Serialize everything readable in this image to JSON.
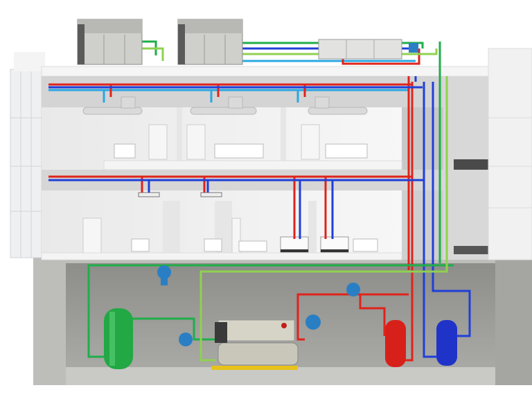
{
  "scene": {
    "subject": "building-hvac-cutaway",
    "colors": {
      "hot_water_pipe": "#e0231b",
      "chilled_water_pipe": "#1f3fd8",
      "condenser_pipe": "#1fae4a",
      "light_green_pipe": "#8fd14f",
      "cyan_pipe": "#2aa8e2",
      "concrete": "#9a9a96",
      "floor_slab": "#f2f2f2",
      "chiller_body": "#cfcdbf",
      "expansion_tank_red": "#d8201a",
      "expansion_tank_blue": "#2033c8",
      "buffer_tank_green": "#22a845",
      "pump_blue": "#2a7fc4"
    },
    "components": [
      {
        "name": "rooftop-chiller-1"
      },
      {
        "name": "rooftop-chiller-2"
      },
      {
        "name": "air-handling-unit"
      },
      {
        "name": "water-cooled-chiller"
      },
      {
        "name": "buffer-tank"
      },
      {
        "name": "red-expansion-tank"
      },
      {
        "name": "blue-expansion-tank"
      },
      {
        "name": "circulation-pumps"
      },
      {
        "name": "ceiling-cassettes"
      },
      {
        "name": "floor-fan-coils"
      }
    ]
  }
}
